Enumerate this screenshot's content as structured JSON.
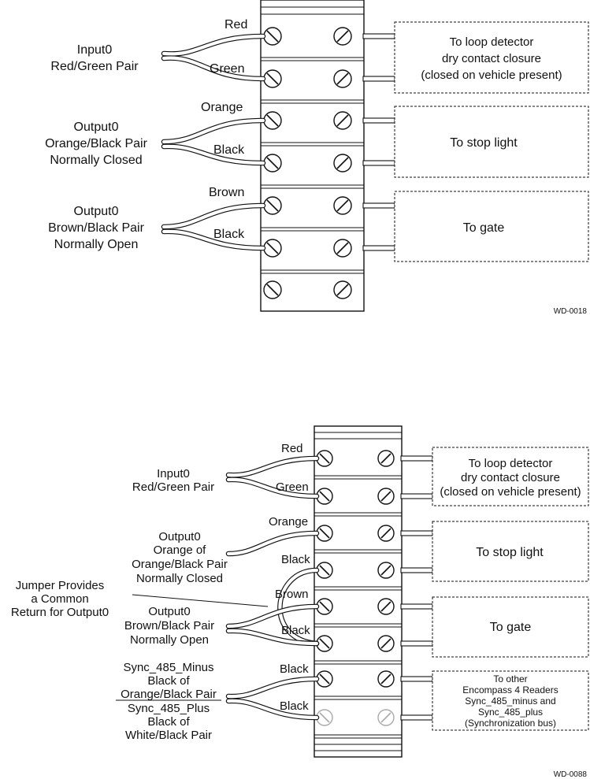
{
  "diagram1": {
    "wire_labels": [
      "Red",
      "Green",
      "Orange",
      "Black",
      "Brown",
      "Black"
    ],
    "left_labels": [
      [
        "Input0",
        "Red/Green Pair"
      ],
      [
        "Output0",
        "Orange/Black Pair",
        "Normally Closed"
      ],
      [
        "Output0",
        "Brown/Black Pair",
        "Normally Open"
      ]
    ],
    "destinations": [
      [
        "To loop detector",
        "dry contact closure",
        "(closed on vehicle present)"
      ],
      [
        "To stop light"
      ],
      [
        "To gate"
      ]
    ],
    "code": "WD-0018"
  },
  "diagram2": {
    "wire_labels": [
      "Red",
      "Green",
      "Orange",
      "Black",
      "Brown",
      "Black",
      "Black",
      "Black"
    ],
    "left_labels": [
      [
        "Input0",
        "Red/Green Pair"
      ],
      [
        "Output0",
        "Orange of",
        "Orange/Black Pair",
        "Normally Closed"
      ],
      [
        "Output0",
        "Brown/Black Pair",
        "Normally Open"
      ],
      [
        "Sync_485_Minus",
        "Black of",
        "Orange/Black Pair",
        "Sync_485_Plus",
        "Black of",
        "White/Black Pair"
      ]
    ],
    "jumper_label": [
      "Jumper Provides",
      "a Common",
      "Return for Output0"
    ],
    "destinations": [
      [
        "To loop detector",
        "dry contact closure",
        "(closed on vehicle present)"
      ],
      [
        "To stop light"
      ],
      [
        "To gate"
      ],
      [
        "To other",
        "Encompass 4 Readers",
        "Sync_485_minus and",
        "Sync_485_plus",
        "(Synchronization bus)"
      ]
    ],
    "code": "WD-0088"
  }
}
